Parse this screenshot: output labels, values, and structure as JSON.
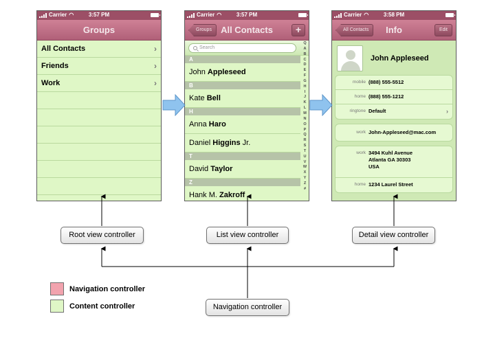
{
  "status_bar": {
    "carrier": "Carrier",
    "wifi_icon": "wifi-icon"
  },
  "phones": {
    "root": {
      "time": "3:57 PM",
      "nav_title": "Groups",
      "rows": [
        "All Contacts",
        "Friends",
        "Work"
      ]
    },
    "list": {
      "time": "3:57 PM",
      "nav_title": "All Contacts",
      "back_label": "Groups",
      "add_label": "+",
      "search_placeholder": "Search",
      "sections": [
        {
          "letter": "A",
          "contacts": [
            {
              "first": "John",
              "last": "Appleseed",
              "suffix": ""
            }
          ]
        },
        {
          "letter": "B",
          "contacts": [
            {
              "first": "Kate",
              "last": "Bell",
              "suffix": ""
            }
          ]
        },
        {
          "letter": "H",
          "contacts": [
            {
              "first": "Anna",
              "last": "Haro",
              "suffix": ""
            },
            {
              "first": "Daniel",
              "last": "Higgins",
              "suffix": "Jr."
            }
          ]
        },
        {
          "letter": "T",
          "contacts": [
            {
              "first": "David",
              "last": "Taylor",
              "suffix": ""
            }
          ]
        },
        {
          "letter": "Z",
          "contacts": [
            {
              "first": "Hank M.",
              "last": "Zakroff",
              "suffix": ""
            }
          ]
        }
      ],
      "index_letters": [
        "Q",
        "A",
        "B",
        "C",
        "D",
        "E",
        "F",
        "G",
        "H",
        "I",
        "J",
        "K",
        "L",
        "M",
        "N",
        "O",
        "P",
        "Q",
        "R",
        "S",
        "T",
        "U",
        "V",
        "W",
        "X",
        "Y",
        "Z",
        "#"
      ]
    },
    "detail": {
      "time": "3:58 PM",
      "nav_title": "Info",
      "back_label": "All Contacts",
      "edit_label": "Edit",
      "name": "John Appleseed",
      "phone_card": [
        {
          "label": "mobile",
          "value": "(888) 555-5512"
        },
        {
          "label": "home",
          "value": "(888) 555-1212"
        },
        {
          "label": "ringtone",
          "value": "Default"
        }
      ],
      "email": {
        "label": "work",
        "value": "John-Appleseed@mac.com"
      },
      "address_card": [
        {
          "label": "work",
          "line1": "3494 Kuhl Avenue",
          "line2": "Atlanta GA 30303",
          "line3": "USA"
        },
        {
          "label": "home",
          "line1": "1234 Laurel Street"
        }
      ]
    }
  },
  "controllers": {
    "root": "Root view controller",
    "list": "List view controller",
    "detail": "Detail view controller",
    "navigation": "Navigation controller"
  },
  "legend": [
    {
      "label": "Navigation controller",
      "color": "#f2a3ae"
    },
    {
      "label": "Content controller",
      "color": "#dff7c6"
    }
  ],
  "colors": {
    "nav_bar": "#c06d84",
    "content": "#dff7c6",
    "transition_arrow": "#8fc3ee"
  }
}
